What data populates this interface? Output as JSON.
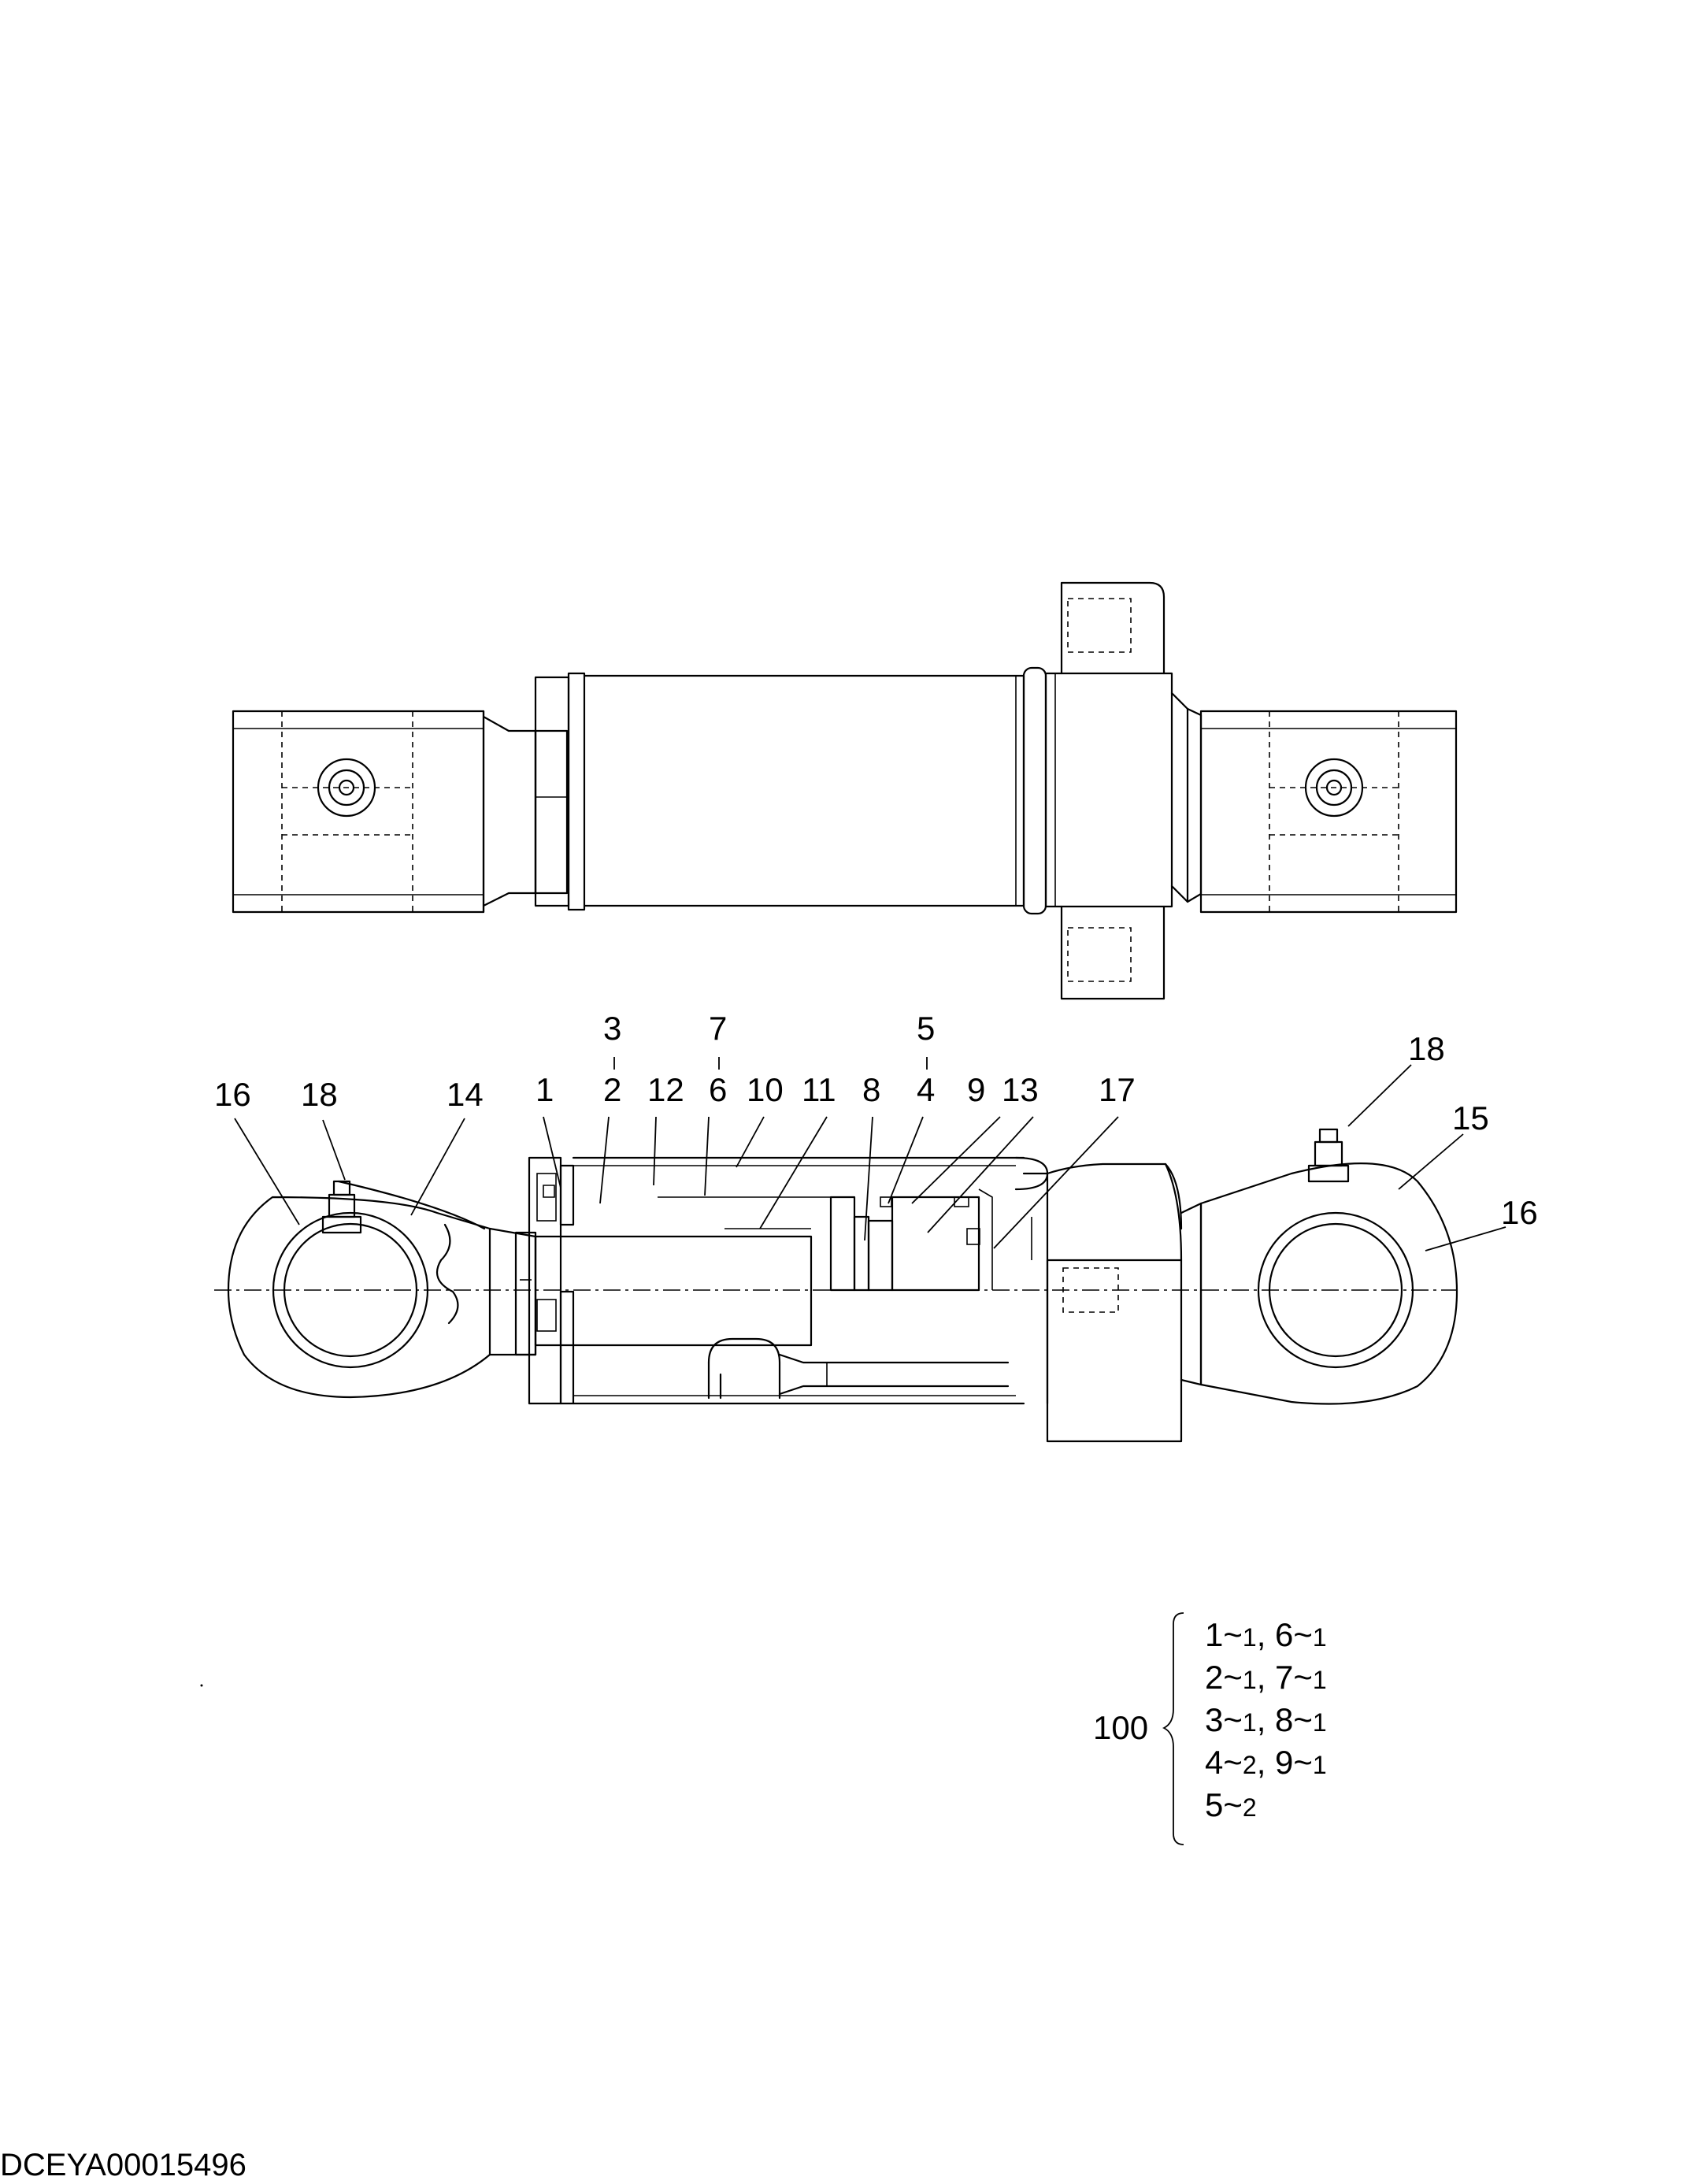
{
  "callouts": [
    {
      "id": "c16a",
      "text": "16"
    },
    {
      "id": "c18a",
      "text": "18"
    },
    {
      "id": "c14",
      "text": "14"
    },
    {
      "id": "c1",
      "text": "1"
    },
    {
      "id": "c3",
      "text": "3"
    },
    {
      "id": "c2",
      "text": "2"
    },
    {
      "id": "c12",
      "text": "12"
    },
    {
      "id": "c7",
      "text": "7"
    },
    {
      "id": "c6",
      "text": "6"
    },
    {
      "id": "c10",
      "text": "10"
    },
    {
      "id": "c11",
      "text": "11"
    },
    {
      "id": "c8",
      "text": "8"
    },
    {
      "id": "c5",
      "text": "5"
    },
    {
      "id": "c4",
      "text": "4"
    },
    {
      "id": "c9",
      "text": "9"
    },
    {
      "id": "c13",
      "text": "13"
    },
    {
      "id": "c17",
      "text": "17"
    },
    {
      "id": "c18b",
      "text": "18"
    },
    {
      "id": "c15",
      "text": "15"
    },
    {
      "id": "c16b",
      "text": "16"
    }
  ],
  "kit": {
    "number": "100",
    "lines": [
      [
        {
          "part": "1",
          "qty": "1"
        },
        {
          "part": "6",
          "qty": "1"
        }
      ],
      [
        {
          "part": "2",
          "qty": "1"
        },
        {
          "part": "7",
          "qty": "1"
        }
      ],
      [
        {
          "part": "3",
          "qty": "1"
        },
        {
          "part": "8",
          "qty": "1"
        }
      ],
      [
        {
          "part": "4",
          "qty": "2"
        },
        {
          "part": "9",
          "qty": "1"
        }
      ],
      [
        {
          "part": "5",
          "qty": "2"
        }
      ]
    ]
  },
  "drawing_code": "DCEYA00015496"
}
